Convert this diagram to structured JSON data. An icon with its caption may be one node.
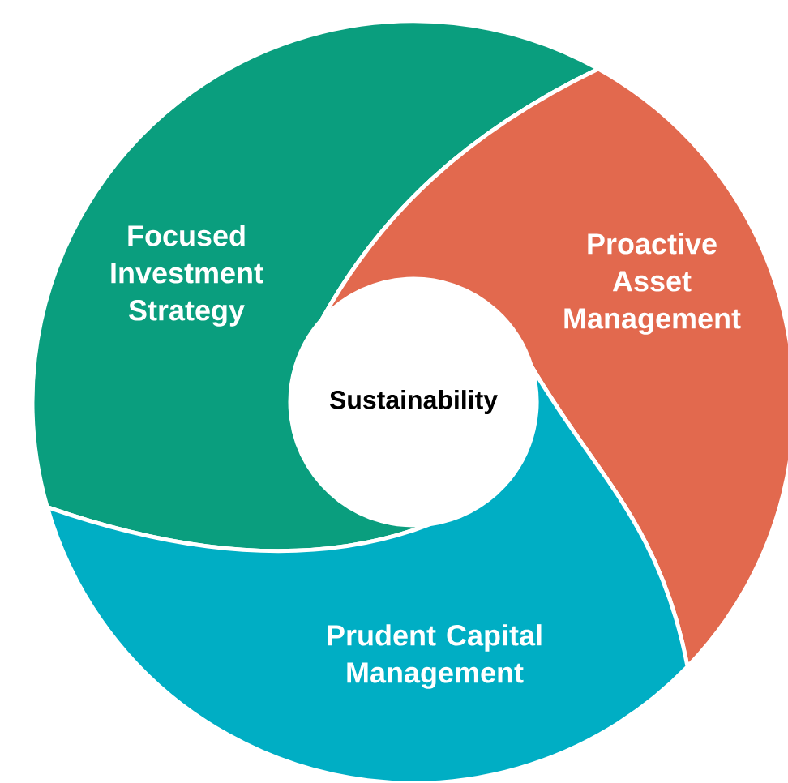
{
  "diagram": {
    "nodes": [
      {
        "text": [
          "Focused Investment Strategy"
        ]
      },
      {
        "text": [
          "Proactive Asset Management"
        ]
      },
      {
        "text": [
          "Prudent Capital Management"
        ]
      },
      {
        "text": [
          "Sustainability"
        ]
      }
    ]
  }
}
